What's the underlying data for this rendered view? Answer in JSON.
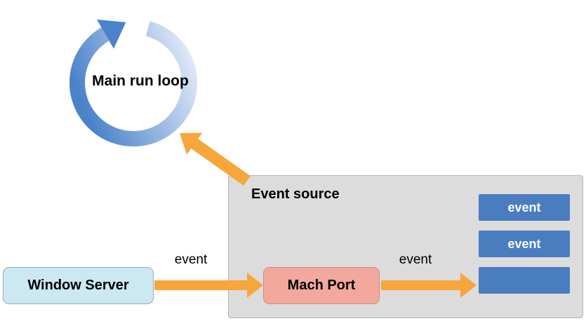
{
  "colors": {
    "arrow_orange": "#F6A63B",
    "queue_blue": "#4A7CC0",
    "window_server_fill": "#CCE9F2",
    "mach_port_fill": "#F3A89D",
    "event_source_fill": "#DCDCDC",
    "ring_gradient_light": "#E2EAF8",
    "ring_gradient_dark": "#4B83CA"
  },
  "run_loop": {
    "label": "Main run loop"
  },
  "event_source": {
    "title": "Event source",
    "mach_port": {
      "label": "Mach Port"
    },
    "queue": [
      {
        "label": "event"
      },
      {
        "label": "event"
      },
      {
        "label": ""
      }
    ]
  },
  "window_server": {
    "label": "Window Server"
  },
  "arrows": {
    "window_to_mach_label": "event",
    "mach_to_queue_label": "event"
  }
}
